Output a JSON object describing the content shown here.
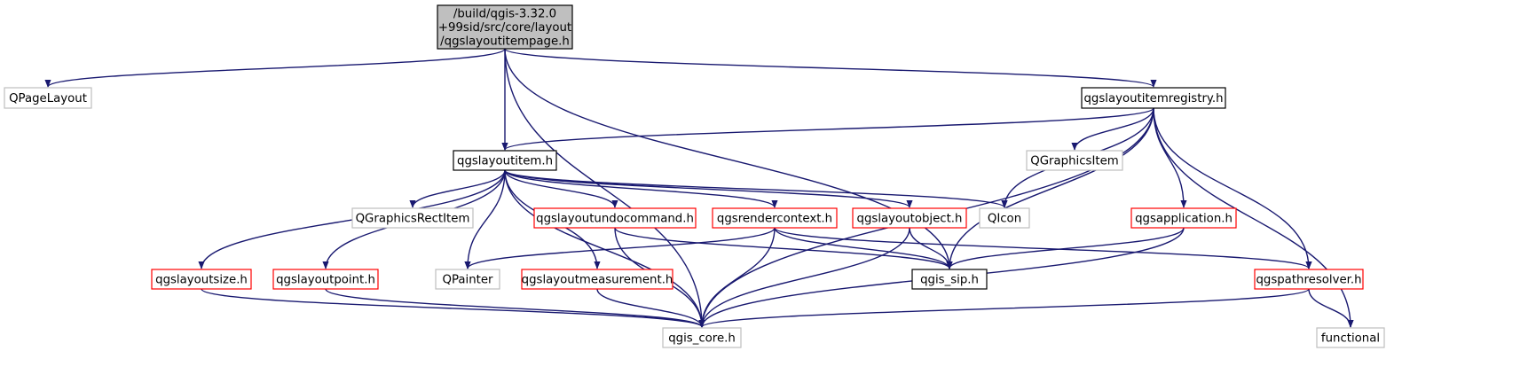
{
  "diagram": {
    "nodes": [
      {
        "id": "root",
        "lines": [
          "/build/qgis-3.32.0",
          "+99sid/src/core/layout",
          "/qgslayoutitempage.h"
        ],
        "style": "root"
      },
      {
        "id": "qpagelayout",
        "lines": [
          "QPageLayout"
        ],
        "style": "external"
      },
      {
        "id": "registry",
        "lines": [
          "qgslayoutitemregistry.h"
        ],
        "style": "documented"
      },
      {
        "id": "item",
        "lines": [
          "qgslayoutitem.h"
        ],
        "style": "documented"
      },
      {
        "id": "qgraphicsitem",
        "lines": [
          "QGraphicsItem"
        ],
        "style": "external"
      },
      {
        "id": "qgraphicsrectitem",
        "lines": [
          "QGraphicsRectItem"
        ],
        "style": "external"
      },
      {
        "id": "undocommand",
        "lines": [
          "qgslayoutundocommand.h"
        ],
        "style": "truncated"
      },
      {
        "id": "rendercontext",
        "lines": [
          "qgsrendercontext.h"
        ],
        "style": "truncated"
      },
      {
        "id": "object",
        "lines": [
          "qgslayoutobject.h"
        ],
        "style": "truncated"
      },
      {
        "id": "qicon",
        "lines": [
          "QIcon"
        ],
        "style": "external"
      },
      {
        "id": "application",
        "lines": [
          "qgsapplication.h"
        ],
        "style": "truncated"
      },
      {
        "id": "size",
        "lines": [
          "qgslayoutsize.h"
        ],
        "style": "truncated"
      },
      {
        "id": "point",
        "lines": [
          "qgslayoutpoint.h"
        ],
        "style": "truncated"
      },
      {
        "id": "qpainter",
        "lines": [
          "QPainter"
        ],
        "style": "external"
      },
      {
        "id": "measurement",
        "lines": [
          "qgslayoutmeasurement.h"
        ],
        "style": "truncated"
      },
      {
        "id": "sip",
        "lines": [
          "qgis_sip.h"
        ],
        "style": "documented"
      },
      {
        "id": "pathresolver",
        "lines": [
          "qgspathresolver.h"
        ],
        "style": "truncated"
      },
      {
        "id": "core",
        "lines": [
          "qgis_core.h"
        ],
        "style": "external"
      },
      {
        "id": "functional",
        "lines": [
          "functional"
        ],
        "style": "external"
      }
    ],
    "edges": [
      [
        "root",
        "qpagelayout"
      ],
      [
        "root",
        "core"
      ],
      [
        "root",
        "item"
      ],
      [
        "root",
        "sip"
      ],
      [
        "root",
        "registry"
      ],
      [
        "registry",
        "item"
      ],
      [
        "registry",
        "qicon"
      ],
      [
        "registry",
        "qgraphicsitem"
      ],
      [
        "registry",
        "sip"
      ],
      [
        "registry",
        "application"
      ],
      [
        "registry",
        "core"
      ],
      [
        "registry",
        "pathresolver"
      ],
      [
        "registry",
        "functional"
      ],
      [
        "item",
        "size"
      ],
      [
        "item",
        "point"
      ],
      [
        "item",
        "qpainter"
      ],
      [
        "item",
        "core"
      ],
      [
        "item",
        "qgraphicsrectitem"
      ],
      [
        "item",
        "measurement"
      ],
      [
        "item",
        "undocommand"
      ],
      [
        "item",
        "rendercontext"
      ],
      [
        "item",
        "object"
      ],
      [
        "item",
        "qicon"
      ],
      [
        "undocommand",
        "sip"
      ],
      [
        "undocommand",
        "core"
      ],
      [
        "rendercontext",
        "qpainter"
      ],
      [
        "rendercontext",
        "core"
      ],
      [
        "rendercontext",
        "sip"
      ],
      [
        "rendercontext",
        "pathresolver"
      ],
      [
        "object",
        "sip"
      ],
      [
        "object",
        "core"
      ],
      [
        "application",
        "sip"
      ],
      [
        "application",
        "core"
      ],
      [
        "size",
        "core"
      ],
      [
        "point",
        "core"
      ],
      [
        "measurement",
        "core"
      ],
      [
        "pathresolver",
        "core"
      ],
      [
        "pathresolver",
        "functional"
      ]
    ]
  },
  "colors": {
    "edge": "#191970",
    "root_fill": "#bfbfbf",
    "documented_border": "#000000",
    "truncated_border": "#ff0000",
    "external_border": "#bfbfbf"
  }
}
